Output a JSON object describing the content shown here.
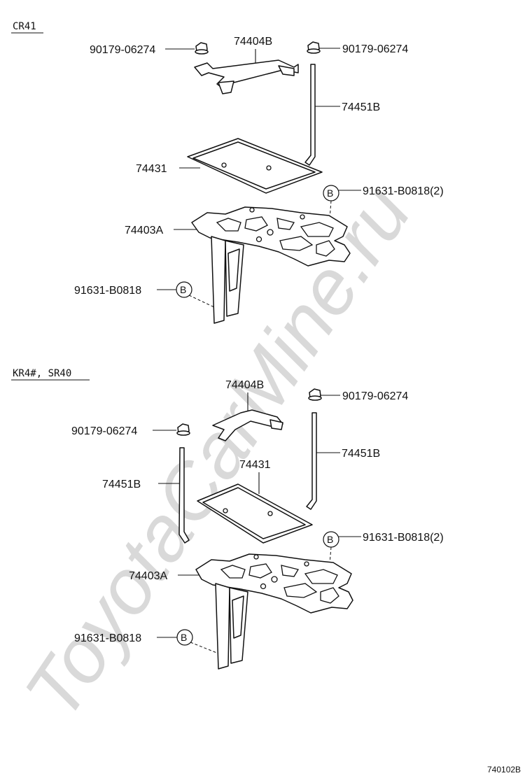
{
  "watermark": "ToyotaCarMine.ru",
  "diagram_code": "740102B",
  "callout_letter": "B",
  "sections": [
    {
      "title": "CR41",
      "labels": {
        "bracket": "74404B",
        "nut_left": "90179-06274",
        "nut_right": "90179-06274",
        "rod": "74451B",
        "tray": "74431",
        "callout_ref_right": "91631-B0818(2)",
        "carrier": "74403A",
        "callout_ref_left": "91631-B0818"
      }
    },
    {
      "title": "KR4#, SR40",
      "labels": {
        "bracket": "74404B",
        "nut_right": "90179-06274",
        "nut_left": "90179-06274",
        "rod_right": "74451B",
        "tray": "74431",
        "rod_left": "74451B",
        "callout_ref_right": "91631-B0818(2)",
        "carrier": "74403A",
        "callout_ref_left": "91631-B0818"
      }
    }
  ]
}
